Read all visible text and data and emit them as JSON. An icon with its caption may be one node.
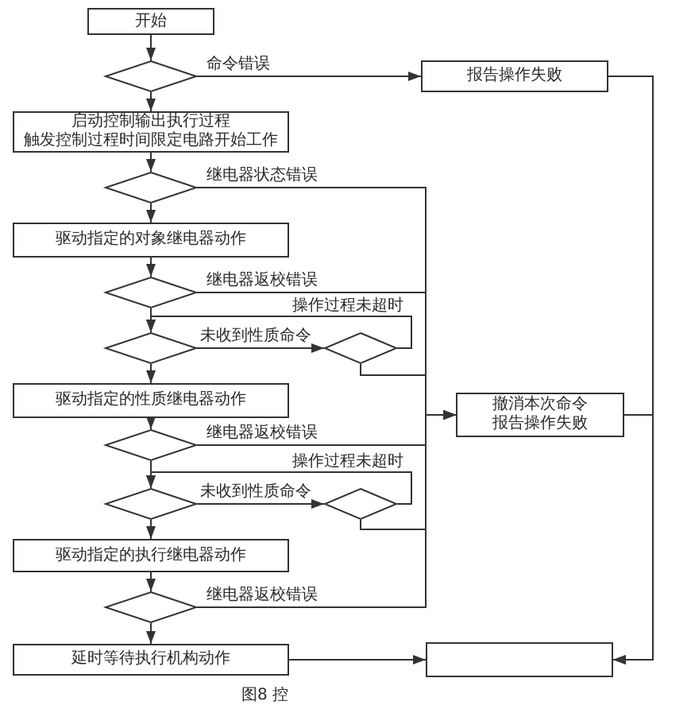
{
  "diagram": {
    "caption": "图8 控",
    "nodes": [
      {
        "text": [
          "开始"
        ]
      },
      {
        "text": [],
        "shape": "diamond"
      },
      {
        "text": [
          "报告操作失败"
        ]
      },
      {
        "text": [
          "启动控制输出执行过程",
          "触发控制过程时间限定电路开始工作"
        ]
      },
      {
        "text": [],
        "shape": "diamond"
      },
      {
        "text": [
          "驱动指定的对象继电器动作"
        ]
      },
      {
        "text": [],
        "shape": "diamond"
      },
      {
        "text": [],
        "shape": "diamond"
      },
      {
        "text": [],
        "shape": "diamond"
      },
      {
        "text": [
          "驱动指定的性质继电器动作"
        ]
      },
      {
        "text": [
          "撤消本次命令",
          "报告操作失败"
        ]
      },
      {
        "text": [],
        "shape": "diamond"
      },
      {
        "text": [],
        "shape": "diamond"
      },
      {
        "text": [],
        "shape": "diamond"
      },
      {
        "text": [
          "驱动指定的执行继电器动作"
        ]
      },
      {
        "text": [],
        "shape": "diamond"
      },
      {
        "text": [
          "延时等待执行机构动作"
        ]
      },
      {
        "text": [],
        "shape": "box"
      }
    ],
    "edges": [
      {
        "from": 0,
        "to": 1,
        "arrow": "to"
      },
      {
        "from": 1,
        "to": 2,
        "arrow": "to",
        "label": "命令错误"
      },
      {
        "from": 1,
        "to": 3,
        "arrow": "to"
      },
      {
        "from": 3,
        "to": 4,
        "arrow": "to"
      },
      {
        "from": 4,
        "to": 10,
        "arrow": "to",
        "label": "继电器状态错误"
      },
      {
        "from": 4,
        "to": 5,
        "arrow": "to"
      },
      {
        "from": 5,
        "to": 6,
        "arrow": "to"
      },
      {
        "from": 6,
        "to": 10,
        "arrow": "to",
        "label": "继电器返校错误"
      },
      {
        "from": 6,
        "to": 7,
        "arrow": "to"
      },
      {
        "from": 8,
        "to": 7,
        "arrow": "to",
        "label": "操作过程未超时"
      },
      {
        "from": 7,
        "to": 8,
        "arrow": "to",
        "label": "未收到性质命令"
      },
      {
        "from": 8,
        "to": 10,
        "arrow": "to"
      },
      {
        "from": 7,
        "to": 9,
        "arrow": "to"
      },
      {
        "from": 9,
        "to": 11,
        "arrow": "to"
      },
      {
        "from": 11,
        "to": 10,
        "arrow": "to",
        "label": "继电器返校错误"
      },
      {
        "from": 11,
        "to": 12,
        "arrow": "to"
      },
      {
        "from": 13,
        "to": 12,
        "arrow": "to",
        "label": "操作过程未超时"
      },
      {
        "from": 12,
        "to": 13,
        "arrow": "to",
        "label": "未收到性质命令"
      },
      {
        "from": 13,
        "to": 10,
        "arrow": "to"
      },
      {
        "from": 12,
        "to": 14,
        "arrow": "to"
      },
      {
        "from": 14,
        "to": 15,
        "arrow": "to"
      },
      {
        "from": 15,
        "to": 10,
        "arrow": "to",
        "label": "继电器返校错误"
      },
      {
        "from": 15,
        "to": 16,
        "arrow": "to"
      },
      {
        "from": 16,
        "to": 17,
        "arrow": "to"
      },
      {
        "from": 2,
        "to": 17,
        "arrow": "to"
      },
      {
        "from": 10,
        "to": 17,
        "arrow": "to"
      }
    ]
  }
}
